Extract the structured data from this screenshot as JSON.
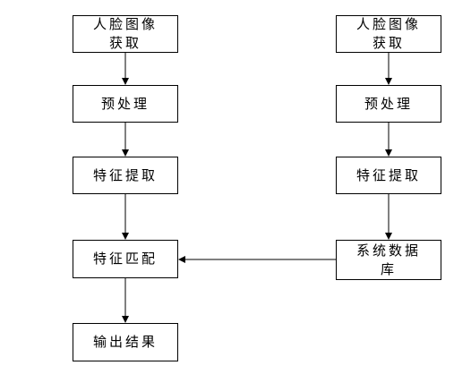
{
  "diagram": {
    "left": {
      "capture": "人脸图像\n获取",
      "preprocess": "预处理",
      "feature": "特征提取",
      "match": "特征匹配",
      "output": "输出结果"
    },
    "right": {
      "capture": "人脸图像\n获取",
      "preprocess": "预处理",
      "feature": "特征提取",
      "database": "系统数据\n库"
    },
    "colors": {
      "stroke": "#000000",
      "fill": "#ffffff"
    }
  }
}
